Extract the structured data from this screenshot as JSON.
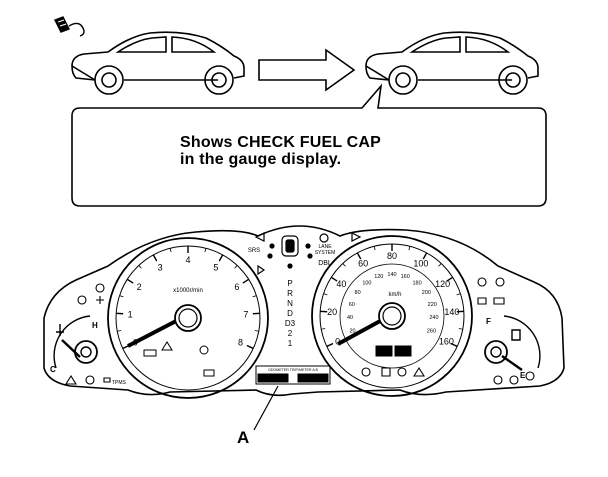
{
  "callout": {
    "text": "Shows CHECK FUEL CAP\nin the gauge display."
  },
  "callout_label": "A",
  "tachometer": {
    "ticks": [
      "0",
      "1",
      "2",
      "3",
      "4",
      "5",
      "6",
      "7",
      "8"
    ],
    "unit": "x1000r/min"
  },
  "speedometer": {
    "outer_ticks": [
      "0",
      "20",
      "40",
      "60",
      "80",
      "100",
      "120",
      "140",
      "160"
    ],
    "inner_ticks": [
      "20",
      "40",
      "60",
      "80",
      "100",
      "120",
      "140",
      "160",
      "180",
      "200",
      "220",
      "240",
      "260"
    ],
    "unit": "km/h"
  },
  "temperature_gauge": {
    "high": "H",
    "cold": "C"
  },
  "fuel_gauge": {
    "full": "F",
    "empty": "E"
  },
  "gear_indicator": [
    "P",
    "R",
    "N",
    "D",
    "D3",
    "2",
    "1"
  ],
  "small_labels": {
    "tach_upper": "SRS",
    "lane_a": "LANE",
    "lane_b": "SYSTEM",
    "dbl": "DBL",
    "display_caption": "ODOMETER TRIP/METER A B",
    "engine_code": "TPMS"
  },
  "colors": {
    "line": "#000000",
    "background": "#ffffff"
  }
}
